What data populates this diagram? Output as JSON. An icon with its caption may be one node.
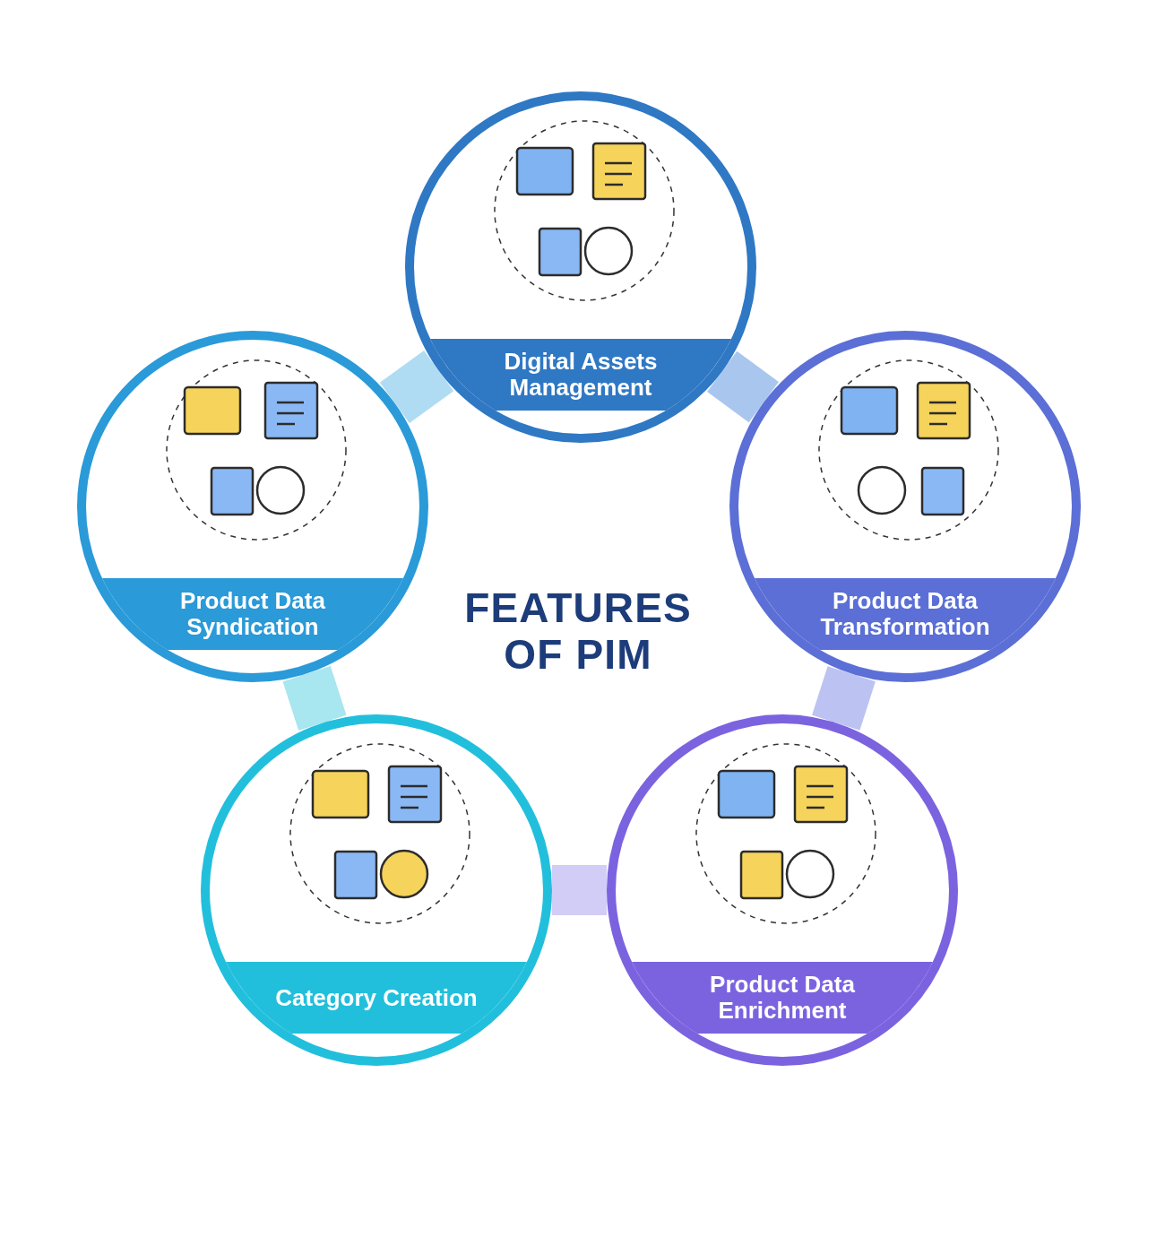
{
  "diagram": {
    "title": "FEATURES OF PIM",
    "nodes": [
      {
        "text": [
          "Digital Assets Management"
        ]
      },
      {
        "text": [
          "Product Data Syndication"
        ]
      },
      {
        "text": [
          "Product Data Transformation"
        ]
      },
      {
        "text": [
          "Category Creation"
        ]
      },
      {
        "text": [
          "Product Data Enrichment"
        ]
      }
    ],
    "edges": [
      {
        "from": 0,
        "to": 2,
        "arrow": "none",
        "color": "#a9c6ee"
      },
      {
        "from": 2,
        "to": 4,
        "arrow": "none",
        "color": "#bcc2f2"
      },
      {
        "from": 4,
        "to": 3,
        "arrow": "none",
        "color": "#d2cdf6"
      },
      {
        "from": 3,
        "to": 1,
        "arrow": "none",
        "color": "#a8e6f0"
      },
      {
        "from": 1,
        "to": 0,
        "arrow": "none",
        "color": "#b0dcf3"
      }
    ]
  }
}
